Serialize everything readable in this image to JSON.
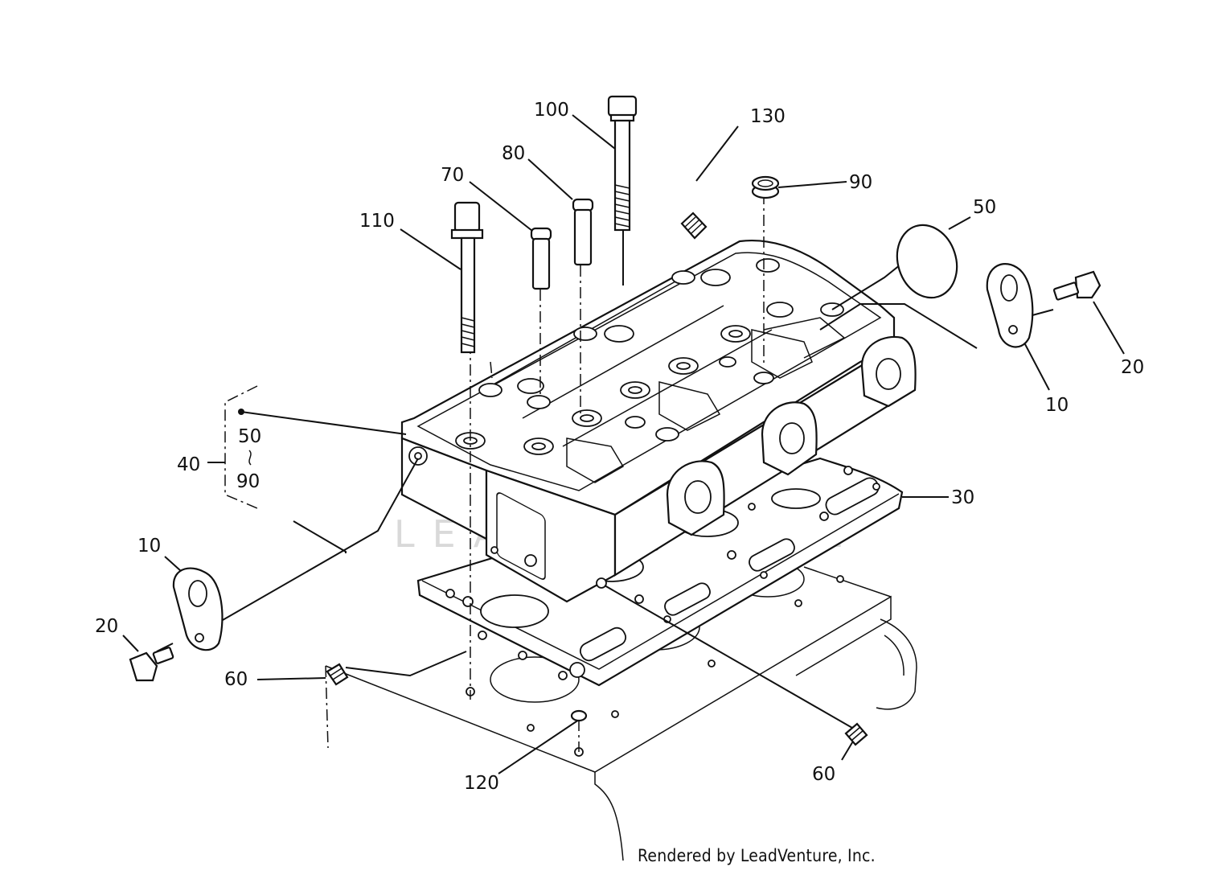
{
  "credit": "Rendered by LeadVenture, Inc.",
  "watermark": "LEADVENTURE",
  "callouts": {
    "c100": "100",
    "c130": "130",
    "c80": "80",
    "c90a": "90",
    "c70": "70",
    "c50a": "50",
    "c110": "110",
    "c20a": "20",
    "c10a": "10",
    "c40": "40",
    "c50b": "50",
    "c90b": "90",
    "c30": "30",
    "c10b": "10",
    "c20b": "20",
    "c60a": "60",
    "c60b": "60",
    "c120": "120"
  }
}
